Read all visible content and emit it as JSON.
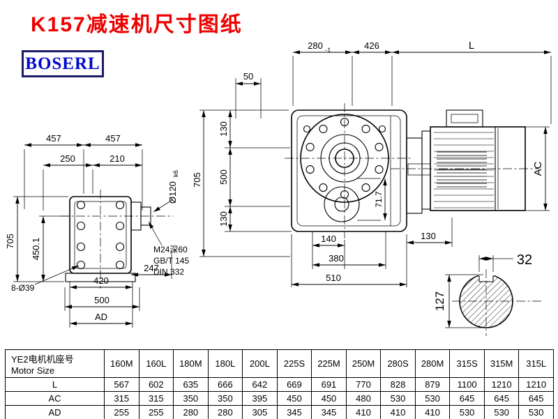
{
  "title": "K157减速机尺寸图纸",
  "logo": "BOSERL",
  "front_view": {
    "dim_457_left": "457",
    "dim_457_right": "457",
    "dim_250": "250",
    "dim_210": "210",
    "dim_705": "705",
    "dim_450_1": "450.1",
    "shaft_dia": "Ø120",
    "shaft_fit": "k6",
    "thread_line1": "M24深60",
    "thread_line2": "GB/T 145",
    "thread_line3": "DIN 332",
    "holes_note": "8-Ø39",
    "dim_420": "420",
    "dim_247": "247",
    "dim_500": "500",
    "dim_AD": "AD"
  },
  "side_view": {
    "dim_280": "280",
    "dim_280_tol": "-1",
    "dim_426": "426",
    "dim_L": "L",
    "dim_50": "50",
    "dim_705": "705",
    "dim_130_top": "130",
    "dim_500": "500",
    "dim_130_bottom": "130",
    "dim_71_7": "71.7",
    "dim_140": "140",
    "dim_380": "380",
    "dim_510": "510",
    "dim_130_right": "130",
    "dim_AC": "AC"
  },
  "shaft_section": {
    "dim_32": "32",
    "dim_127": "127"
  },
  "table": {
    "header_cn": "YE2电机机座号",
    "header_en": "Motor Size",
    "columns": [
      "160M",
      "160L",
      "180M",
      "180L",
      "200L",
      "225S",
      "225M",
      "250M",
      "280S",
      "280M",
      "315S",
      "315M",
      "315L"
    ],
    "rows": [
      {
        "label": "L",
        "values": [
          "567",
          "602",
          "635",
          "666",
          "642",
          "669",
          "691",
          "770",
          "828",
          "879",
          "1100",
          "1210",
          "1210"
        ]
      },
      {
        "label": "AC",
        "values": [
          "315",
          "315",
          "350",
          "350",
          "395",
          "450",
          "450",
          "480",
          "530",
          "530",
          "645",
          "645",
          "645"
        ]
      },
      {
        "label": "AD",
        "values": [
          "255",
          "255",
          "280",
          "280",
          "305",
          "345",
          "345",
          "410",
          "410",
          "410",
          "530",
          "530",
          "530"
        ]
      }
    ]
  }
}
